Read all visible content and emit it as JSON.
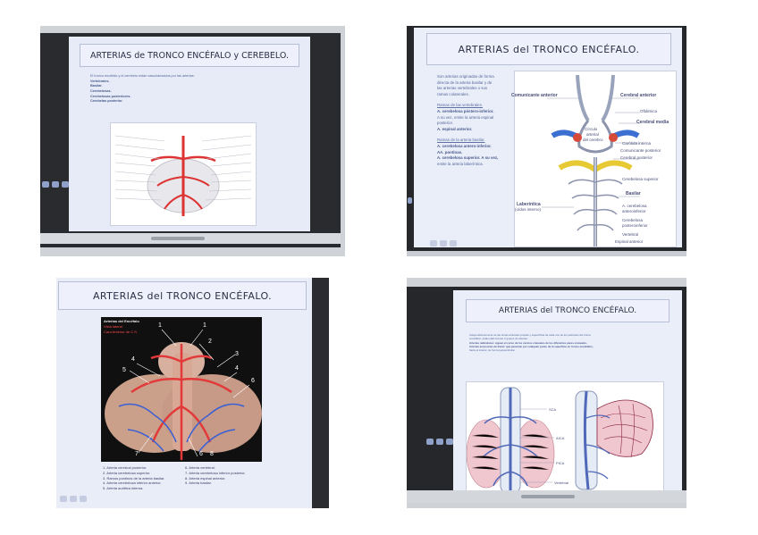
{
  "photos": [
    {
      "title": "ARTERIAS de TRONCO ENCÉFALO y CEREBELO.",
      "bullets": [
        "El tronco encéfalo y el cerebelo están vascularizados por las arterias:",
        "Vertebrales.",
        "Basilar.",
        "Cerebelosas.",
        "Cerebelosas posteriores.",
        "Cerebelas posterior."
      ]
    },
    {
      "title": "ARTERIAS del TRONCO ENCÉFALO.",
      "bullets": [
        "Son arterias originadas de forma",
        "directa de la arteria basilar y de",
        "las arterias vertebrales o sus",
        "ramas colaterales.",
        "Ramas de las vertebrales.",
        "A. cerebelosa póstero-inferior.",
        "A su vez, emite la arteria espinal",
        "posterior.",
        "A. espinal anterior.",
        "Ramas de la arteria basilar.",
        "A. cerebelosa antero-inferior.",
        "AA. pontinas.",
        "A. cerebelosa superior. A su vez,",
        "emite la arteria laberíntica."
      ],
      "labels": {
        "comunicante_anterior": "Comunicante anterior",
        "cerebral_anterior": "Cerebral anterior",
        "oftalmica": "Oftálmica",
        "cerebral_media": "Cerebral media",
        "circulo": "Círculo",
        "arterial": "arterial",
        "del_cerebro": "del cerebro",
        "carotida_interna": "Carótida interna",
        "comunicante_posterior": "Comunicante posterior",
        "cerebral_posterior": "Cerebral posterior",
        "cerebelosa_superior": "Cerebelosa superior",
        "basilar": "Basilar",
        "laberintica": "Laberíntica",
        "oido_interno": "(oídos interno)",
        "cerebelosa_anteroinferior_1": "A. cerebelosa",
        "cerebelosa_anteroinferior_2": "anteroinferior",
        "cerebelosa_posteroinferior_1": "Cerebelosa",
        "cerebelosa_posteroinferior_2": "posteroinferior",
        "vertebral": "Vertebral",
        "espinal_anterior": "Espinal anterior"
      }
    },
    {
      "title": "ARTERIAS del TRONCO ENCÉFALO.",
      "photo_header": "Arterias del Encéfalo",
      "photo_sub_1": "Vista lateral",
      "photo_sub_2": "Cara Anterior de C.S.",
      "numbers": [
        "1",
        "1",
        "2",
        "3",
        "4",
        "4",
        "5",
        "6",
        "7",
        "6",
        "8"
      ],
      "legend_left": [
        "1. Arteria cerebral posterior.",
        "2. Arteria cerebelosa superior.",
        "3. Ramos pontinos de la arteria basilar.",
        "4. Arteria cerebelosa inferior anterior.",
        "5. Arteria auditiva interna."
      ],
      "legend_right": [
        "6. Arteria vertebral.",
        "7. Arteria cerebelosa inferior posterior.",
        "8. Arteria espinal anterior.",
        "9. Arteria basilar."
      ]
    },
    {
      "title": "ARTERIAS del TRONCO ENCÉFALO.",
      "bullets": [
        "Independientemente de las ramas arteriales propias y específicas de cada uno de los pedículos del tronco",
        "encefálico, todas ellas forman 3 grupos de arterias:",
        "Arterias radiculares: siguen el curso de los nervios craneales de los diferentes pares craneales.",
        "Arterias accesorias de Duret: que penetran por cualquier punto de la superficie en tronco encefálico,",
        "hacia el interior, de forma perpendicular."
      ],
      "labels": {
        "sca": "SCA",
        "aica": "AICA",
        "pica": "PICA",
        "vertebral": "Vertebral"
      }
    }
  ]
}
